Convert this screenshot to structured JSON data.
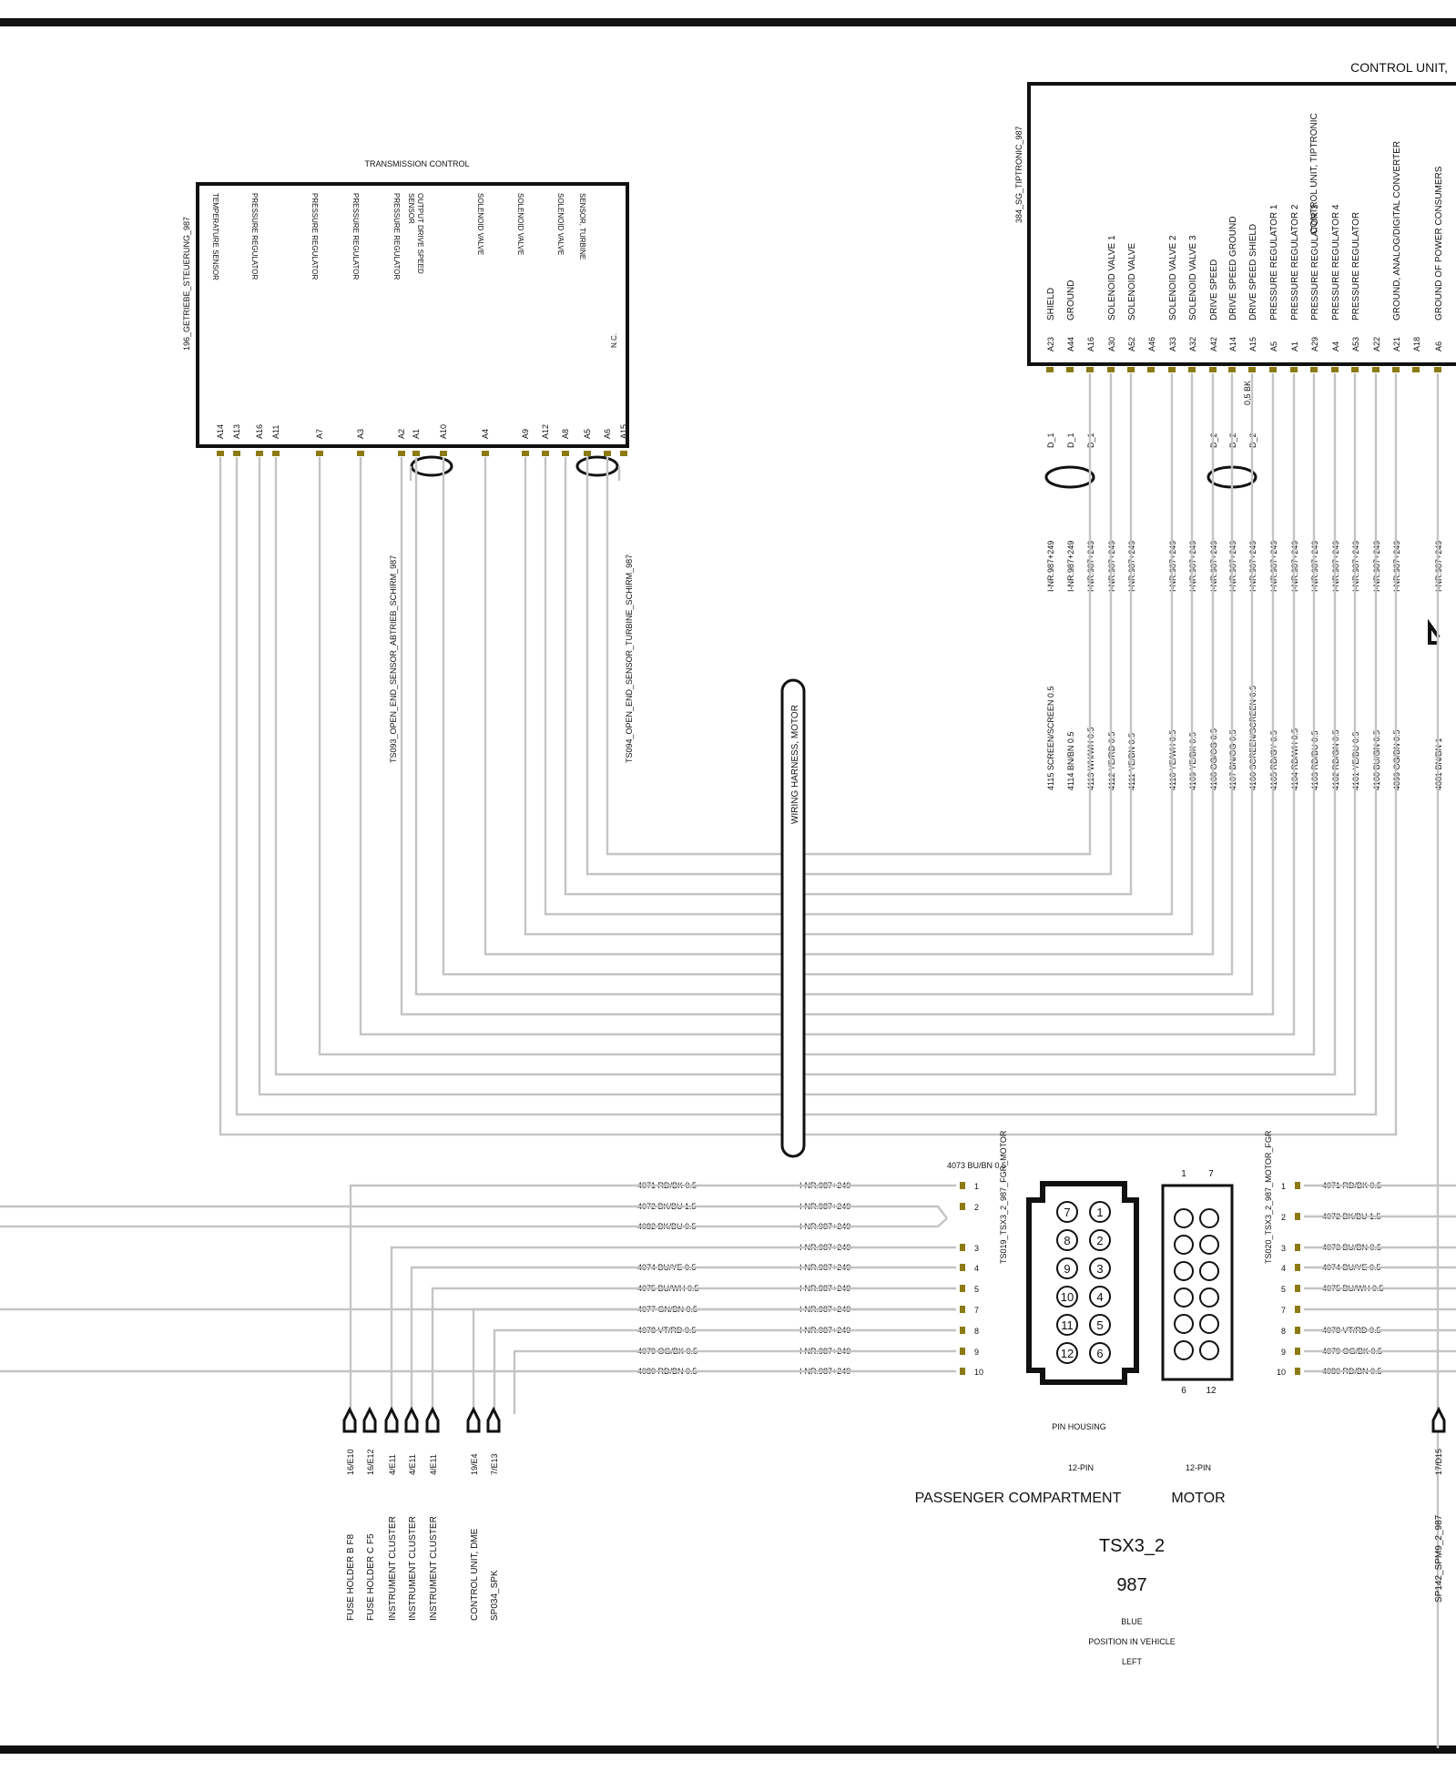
{
  "tcu": {
    "title": "TRANSMISSION CONTROL",
    "connector": "196_GETRIEBE_STEUERUNG_987",
    "functions": [
      {
        "name": "TEMPERATURE SENSOR",
        "pin": "A14",
        "wire": 0
      },
      {
        "name": "",
        "pin": "A13",
        "wire": 1
      },
      {
        "name": "PRESSURE REGULATOR",
        "pin": "A16",
        "wire": 2
      },
      {
        "name": "",
        "pin": "A11",
        "wire": 3
      },
      {
        "name": "PRESSURE REGULATOR",
        "pin": "A7",
        "wire": 4
      },
      {
        "name": "PRESSURE REGULATOR",
        "pin": "A3",
        "wire": 5
      },
      {
        "name": "PRESSURE REGULATOR",
        "pin": "A2",
        "wire": 6
      },
      {
        "name": "SENSOR OUTPUT DRIVE SPEED",
        "pin": "A1",
        "wire": 7
      },
      {
        "name": "",
        "pin": "A10",
        "wire": 8
      },
      {
        "name": "SOLENOID VALVE",
        "pin": "A4",
        "wire": 9
      },
      {
        "name": "SOLENOID VALVE",
        "pin": "A9",
        "wire": 10
      },
      {
        "name": "",
        "pin": "A12",
        "wire": 11
      },
      {
        "name": "SOLENOID VALVE",
        "pin": "A8",
        "wire": 12
      },
      {
        "name": "SENSOR, TURBINE",
        "pin": "A5",
        "wire": 13
      },
      {
        "name": "",
        "pin": "A6",
        "wire": 14
      },
      {
        "name": "N.C.",
        "pin": "A15",
        "wire": -1
      }
    ]
  },
  "splices": {
    "output_shield": "TS093_OPEN_END_SENSOR_ABTRIEB_SCHIRM_987",
    "turbine_shield": "TS094_OPEN_END_SENSOR_TURBINE_SCHIRM_987"
  },
  "harness": {
    "label": "WIRING HARNESS, MOTOR"
  },
  "control_unit": {
    "title": "CONTROL UNIT,",
    "connector": "384_SG_TIPTRONIC_987",
    "shield_note": "0,5 BK",
    "pins": [
      {
        "func": "SHIELD",
        "pin": "A23",
        "group": "D_1",
        "code": "I-NR.987+249",
        "wire": "4115 SCREEN/SCREEN 0.5"
      },
      {
        "func": "GROUND",
        "pin": "A44",
        "group": "D_1",
        "code": "I-NR.987+249",
        "wire": "4114 BN/BN 0.5"
      },
      {
        "func": "",
        "pin": "A16",
        "group": "D_1",
        "code": "I-NR.987+249",
        "wire": "4113 WH/WH 0.5"
      },
      {
        "func": "SOLENOID VALVE 1",
        "pin": "A30",
        "group": "",
        "code": "I-NR.987+249",
        "wire": "4112 YE/RD 0.5"
      },
      {
        "func": "SOLENOID VALVE",
        "pin": "A52",
        "group": "",
        "code": "I-NR.987+249",
        "wire": "4111 YE/BN 0.5"
      },
      {
        "func": "",
        "pin": "A46",
        "group": "",
        "code": "",
        "wire": ""
      },
      {
        "func": "SOLENOID VALVE 2",
        "pin": "A33",
        "group": "",
        "code": "I-NR.987+249",
        "wire": "4110 YE/WH 0.5"
      },
      {
        "func": "SOLENOID VALVE 3",
        "pin": "A32",
        "group": "",
        "code": "I-NR.987+249",
        "wire": "4109 YE/BK 0.5"
      },
      {
        "func": "DRIVE SPEED",
        "pin": "A42",
        "group": "D_2",
        "code": "I-NR.987+249",
        "wire": "4108 OG/OG 0.5"
      },
      {
        "func": "DRIVE SPEED  GROUND",
        "pin": "A14",
        "group": "D_2",
        "code": "I-NR.987+249",
        "wire": "4107 BN/OG 0.5"
      },
      {
        "func": "DRIVE SPEED  SHIELD",
        "pin": "A15",
        "group": "D_2",
        "code": "I-NR.987+249",
        "wire": "4106 SCREEN/SCREEN 0.5"
      },
      {
        "func": "PRESSURE REGULATOR 1",
        "pin": "A5",
        "group": "",
        "code": "I-NR.987+249",
        "wire": "4105 RD/GY 0.5"
      },
      {
        "func": "PRESSURE REGULATOR 2",
        "pin": "A1",
        "group": "",
        "code": "I-NR.987+249",
        "wire": "4104 RD/WH 0.5"
      },
      {
        "func": "PRESSURE REGULATOR 3",
        "pin": "A29",
        "group": "",
        "code": "I-NR.987+249",
        "wire": "4103 RD/BU 0.5"
      },
      {
        "func": "PRESSURE REGULATOR 4",
        "pin": "A4",
        "group": "",
        "code": "I-NR.987+249",
        "wire": "4102 RD/GN 0.5"
      },
      {
        "func": "PRESSURE REGULATOR",
        "pin": "A53",
        "group": "",
        "code": "I-NR.987+249",
        "wire": "4101 YE/BU 0.5"
      },
      {
        "func": "",
        "pin": "A22",
        "group": "",
        "code": "I-NR.987+249",
        "wire": "4100 BU/GN 0.5"
      },
      {
        "func": "GROUND, ANALOG/DIGITAL CONVERTER",
        "pin": "A21",
        "group": "",
        "code": "I-NR.987+249",
        "wire": "4099 OG/BN 0.5"
      },
      {
        "func": "",
        "pin": "A18",
        "group": "",
        "code": "",
        "wire": ""
      },
      {
        "func": "GROUND OF POWER CONSUMERS",
        "pin": "A6",
        "group": "",
        "code": "I-NR.987+249",
        "wire": "4081 BN/BN 1"
      }
    ],
    "extra_func": "CONTROL UNIT, TIPTRONIC"
  },
  "left_connector": {
    "name": "TS019_TSX3_2_987_FGR_MOTOR",
    "header_wire": "4073 BU/BN 0.5",
    "rows": [
      {
        "wire": "4071 RD/BK 0.5",
        "code": "I-NR.987+249",
        "pin": "1"
      },
      {
        "wire": "4072 BK/BU 1.5",
        "code": "I-NR.987+249",
        "pin": "2"
      },
      {
        "wire": "4082 BK/BU 0.5",
        "code": "I-NR.987+249",
        "pin": ""
      },
      {
        "wire": "",
        "code": "I-NR.987+249",
        "pin": "3"
      },
      {
        "wire": "4074 BU/YE 0.5",
        "code": "I-NR.987+249",
        "pin": "4"
      },
      {
        "wire": "4075 BU/WH 0.5",
        "code": "I-NR.987+249",
        "pin": "5"
      },
      {
        "wire": "4077 GN/BN 0.5",
        "code": "I-NR.987+249",
        "pin": "7"
      },
      {
        "wire": "4078 VT/RD 0.5",
        "code": "I-NR.987+249",
        "pin": "8"
      },
      {
        "wire": "4079 OG/BK 0.5",
        "code": "I-NR.987+249",
        "pin": "9"
      },
      {
        "wire": "4080 RD/BN 0.5",
        "code": "I-NR.987+249",
        "pin": "10"
      }
    ]
  },
  "right_connector": {
    "name": "TS020_TSX3_2_987_MOTOR_FGR",
    "rows": [
      {
        "pin": "1",
        "wire": "4071 RD/BK 0.5"
      },
      {
        "pin": "2",
        "wire": "4072 BK/BU 1.5"
      },
      {
        "pin": "3",
        "wire": "4073 BU/BN 0.5"
      },
      {
        "pin": "4",
        "wire": "4074 BU/YE 0.5"
      },
      {
        "pin": "5",
        "wire": "4075 BU/WH 0.5"
      },
      {
        "pin": "7",
        "wire": ""
      },
      {
        "pin": "8",
        "wire": "4078 VT/RD 0.5"
      },
      {
        "pin": "9",
        "wire": "4079 OG/BK 0.5"
      },
      {
        "pin": "10",
        "wire": "4080 RD/BN 0.5"
      }
    ]
  },
  "housing": {
    "left_pins": [
      "7",
      "8",
      "9",
      "10",
      "11",
      "12"
    ],
    "right_pins": [
      "1",
      "2",
      "3",
      "4",
      "5",
      "6"
    ],
    "motor_top": [
      "1",
      "7"
    ],
    "motor_bottom": [
      "6",
      "12"
    ],
    "pin_housing": "PIN HOUSING",
    "pin_count_left": "12-PIN",
    "pin_count_right": "12-PIN",
    "side_left": "PASSENGER COMPARTMENT",
    "side_right": "MOTOR",
    "code": "TSX3_2",
    "model": "987",
    "color": "BLUE",
    "position_label": "POSITION IN VEHICLE",
    "position": "LEFT"
  },
  "refs": [
    {
      "ref": "16/E10",
      "dest": "FUSE HOLDER B   F8"
    },
    {
      "ref": "16/E12",
      "dest": "FUSE HOLDER C   F5"
    },
    {
      "ref": "4/E11",
      "dest": "INSTRUMENT CLUSTER"
    },
    {
      "ref": "4/E11",
      "dest": "INSTRUMENT CLUSTER"
    },
    {
      "ref": "4/E11",
      "dest": "INSTRUMENT CLUSTER"
    },
    {
      "ref": "19/E4",
      "dest": "CONTROL UNIT, DME"
    },
    {
      "ref": "7/E13",
      "dest": "SP034_SPK"
    }
  ],
  "right_ref": {
    "ref": "17/D15",
    "dest": "SP142_SPM9_2_987"
  }
}
